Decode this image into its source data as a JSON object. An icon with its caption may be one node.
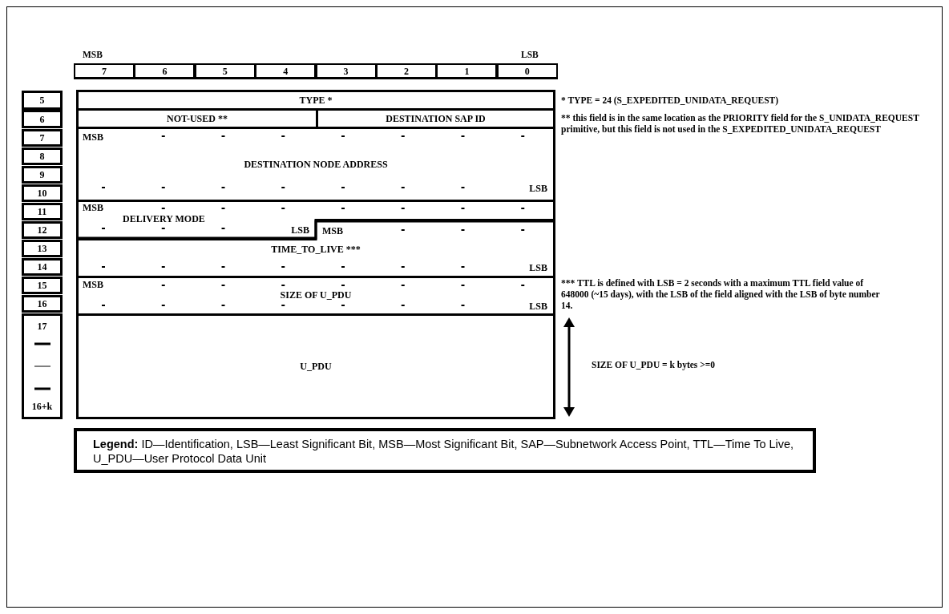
{
  "diagram": {
    "nodes": [
      {
        "text": [
          "7"
        ]
      },
      {
        "text": [
          "6"
        ]
      },
      {
        "text": [
          "5"
        ]
      },
      {
        "text": [
          "4"
        ]
      },
      {
        "text": [
          "3"
        ]
      },
      {
        "text": [
          "2"
        ]
      },
      {
        "text": [
          "1"
        ]
      },
      {
        "text": [
          "0"
        ]
      },
      {
        "text": [
          "5"
        ]
      },
      {
        "text": [
          "TYPE *"
        ]
      },
      {
        "text": [
          "6"
        ]
      },
      {
        "text": [
          "NOT-USED **"
        ]
      },
      {
        "text": [
          "DESTINATION SAP ID"
        ]
      },
      {
        "text": [
          "7"
        ]
      },
      {
        "text": [
          "MSB",
          "DESTINATION NODE ADDRESS",
          "LSB"
        ]
      },
      {
        "text": [
          "8"
        ]
      },
      {
        "text": [
          "9"
        ]
      },
      {
        "text": [
          "10"
        ]
      },
      {
        "text": [
          "11"
        ]
      },
      {
        "text": [
          "MSB",
          "DELIVERY MODE",
          "LSB"
        ]
      },
      {
        "text": [
          "12"
        ]
      },
      {
        "text": [
          "MSB",
          "TIME_TO_LIVE ***",
          "LSB"
        ]
      },
      {
        "text": [
          "13"
        ]
      },
      {
        "text": [
          "14"
        ]
      },
      {
        "text": [
          "15"
        ]
      },
      {
        "text": [
          "MSB",
          "SIZE OF U_PDU",
          "LSB"
        ]
      },
      {
        "text": [
          "16"
        ]
      },
      {
        "text": [
          "17",
          "16+k"
        ]
      },
      {
        "text": [
          "U_PDU"
        ]
      },
      {
        "text": [
          "**Legend:** ID—Identification, LSB—Least Significant Bit, MSB—Most Significant Bit, SAP—Subnetwork Access Point, TTL—Time To Live, U_PDU—User Protocol Data Unit"
        ]
      }
    ],
    "labels": [
      "MSB",
      "LSB",
      "* TYPE = 24 (S_EXPEDITED_UNIDATA_REQUEST)",
      "** this field is in the same location as the PRIORITY field for the S_UNIDATA_REQUEST primitive, but this field is not used in the S_EXPEDITED_UNIDATA_REQUEST",
      "*** TTL is defined with LSB = 2 seconds with a maximum TTL field value of 648000 (~15 days), with the LSB of the field aligned with the LSB of byte number 14.",
      "SIZE OF U_PDU = k bytes >=0"
    ]
  }
}
